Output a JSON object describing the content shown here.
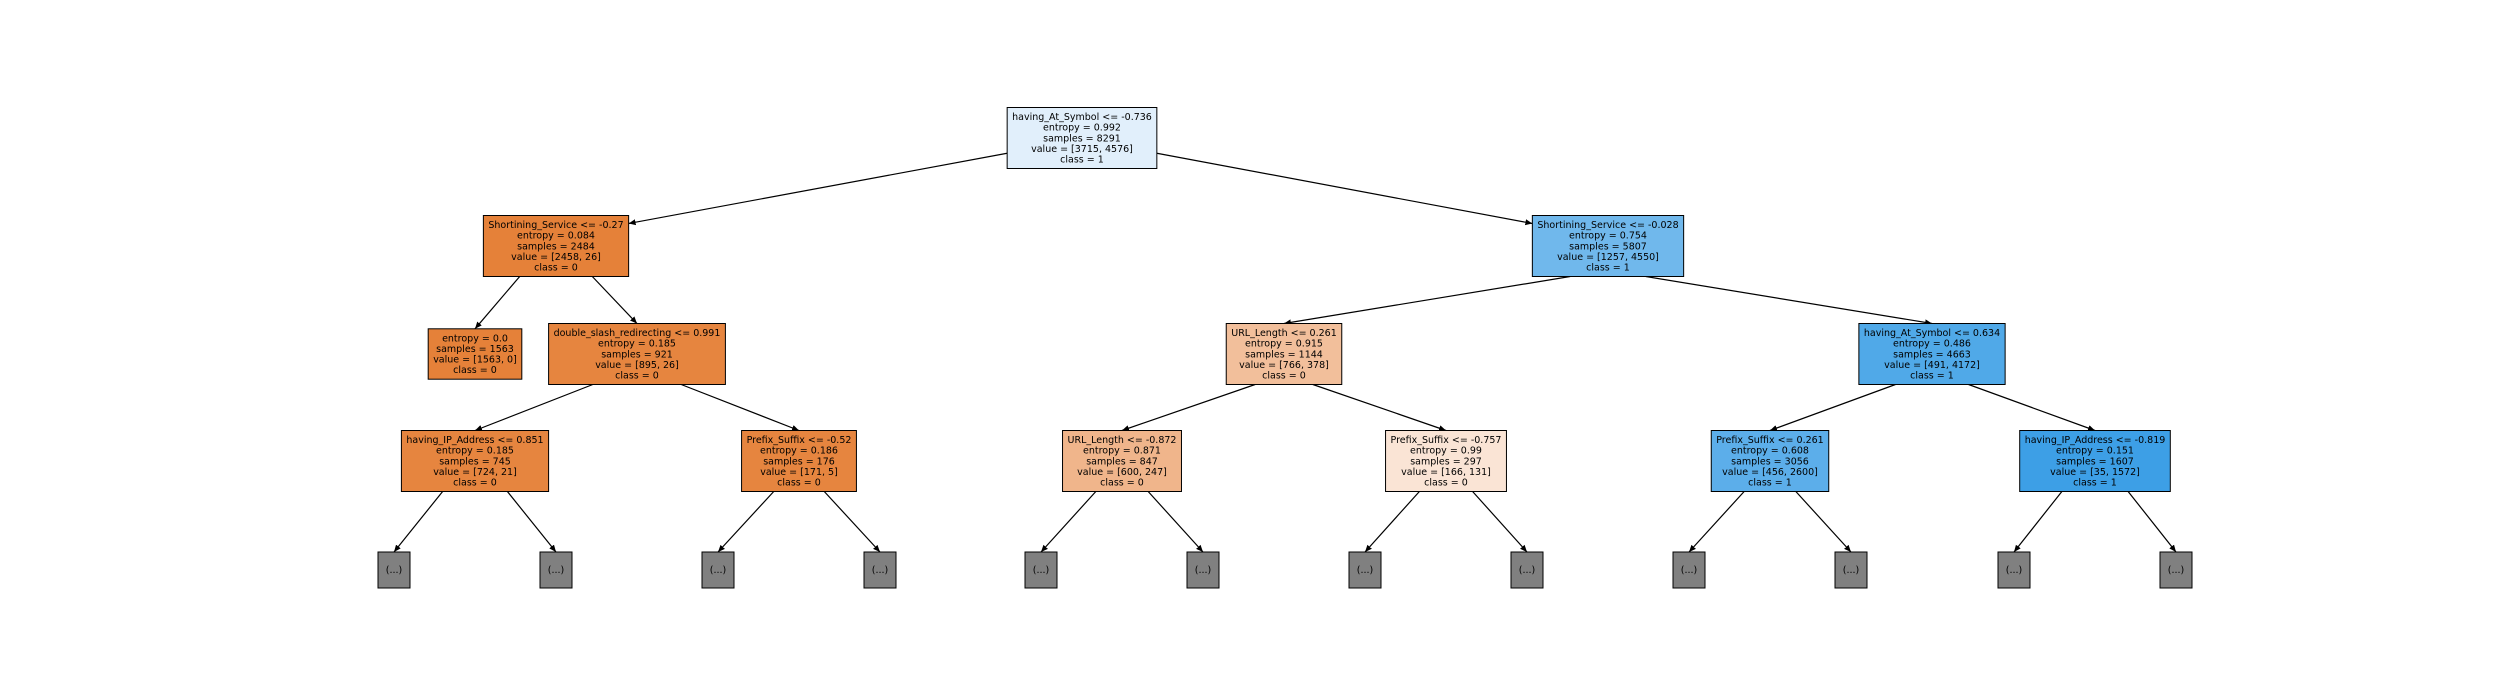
{
  "colors": {
    "class0_strong": "#e58139",
    "class0_light": "#f6d5bd",
    "class0_pale": "#fbe9dd",
    "class1_strong": "#399de5",
    "class1_mid": "#6db7ec",
    "class1_light": "#4ba6e7",
    "root_fill": "#e1f0fb",
    "truncated_fill": "#808080"
  },
  "nodes": [
    {
      "id": "n0",
      "lines": [
        "having_At_Symbol <= -0.736",
        "entropy = 0.992",
        "samples = 8291",
        "value = [3715, 4576]",
        "class = 1"
      ],
      "fill": "#e1effb"
    },
    {
      "id": "n1",
      "lines": [
        "Shortining_Service <= -0.27",
        "entropy = 0.084",
        "samples = 2484",
        "value = [2458, 26]",
        "class = 0"
      ],
      "fill": "#e58139"
    },
    {
      "id": "n2",
      "lines": [
        "Shortining_Service <= -0.028",
        "entropy = 0.754",
        "samples = 5807",
        "value = [1257, 4550]",
        "class = 1"
      ],
      "fill": "#70b8ec"
    },
    {
      "id": "n3",
      "lines": [
        "entropy = 0.0",
        "samples = 1563",
        "value = [1563, 0]",
        "class = 0"
      ],
      "fill": "#e58139"
    },
    {
      "id": "n4",
      "lines": [
        "double_slash_redirecting <= 0.991",
        "entropy = 0.185",
        "samples = 921",
        "value = [895, 26]",
        "class = 0"
      ],
      "fill": "#e6853f"
    },
    {
      "id": "n5",
      "lines": [
        "URL_Length <= 0.261",
        "entropy = 0.915",
        "samples = 1144",
        "value = [766, 378]",
        "class = 0"
      ],
      "fill": "#f2bf9b"
    },
    {
      "id": "n6",
      "lines": [
        "having_At_Symbol <= 0.634",
        "entropy = 0.486",
        "samples = 4663",
        "value = [491, 4172]",
        "class = 1"
      ],
      "fill": "#50a9e8"
    },
    {
      "id": "n7",
      "lines": [
        "having_IP_Address <= 0.851",
        "entropy = 0.185",
        "samples = 745",
        "value = [724, 21]",
        "class = 0"
      ],
      "fill": "#e6853f"
    },
    {
      "id": "n8",
      "lines": [
        "Prefix_Suffix <= -0.52",
        "entropy = 0.186",
        "samples = 176",
        "value = [171, 5]",
        "class = 0"
      ],
      "fill": "#e6853f"
    },
    {
      "id": "n9",
      "lines": [
        "URL_Length <= -0.872",
        "entropy = 0.871",
        "samples = 847",
        "value = [600, 247]",
        "class = 0"
      ],
      "fill": "#f0b58b"
    },
    {
      "id": "n10",
      "lines": [
        "Prefix_Suffix <= -0.757",
        "entropy = 0.99",
        "samples = 297",
        "value = [166, 131]",
        "class = 0"
      ],
      "fill": "#fae4d5"
    },
    {
      "id": "n11",
      "lines": [
        "Prefix_Suffix <= 0.261",
        "entropy = 0.608",
        "samples = 3056",
        "value = [456, 2600]",
        "class = 1"
      ],
      "fill": "#5caeea"
    },
    {
      "id": "n12",
      "lines": [
        "having_IP_Address <= -0.819",
        "entropy = 0.151",
        "samples = 1607",
        "value = [35, 1572]",
        "class = 1"
      ],
      "fill": "#3d9fe6"
    }
  ],
  "truncated_label": "(...)"
}
